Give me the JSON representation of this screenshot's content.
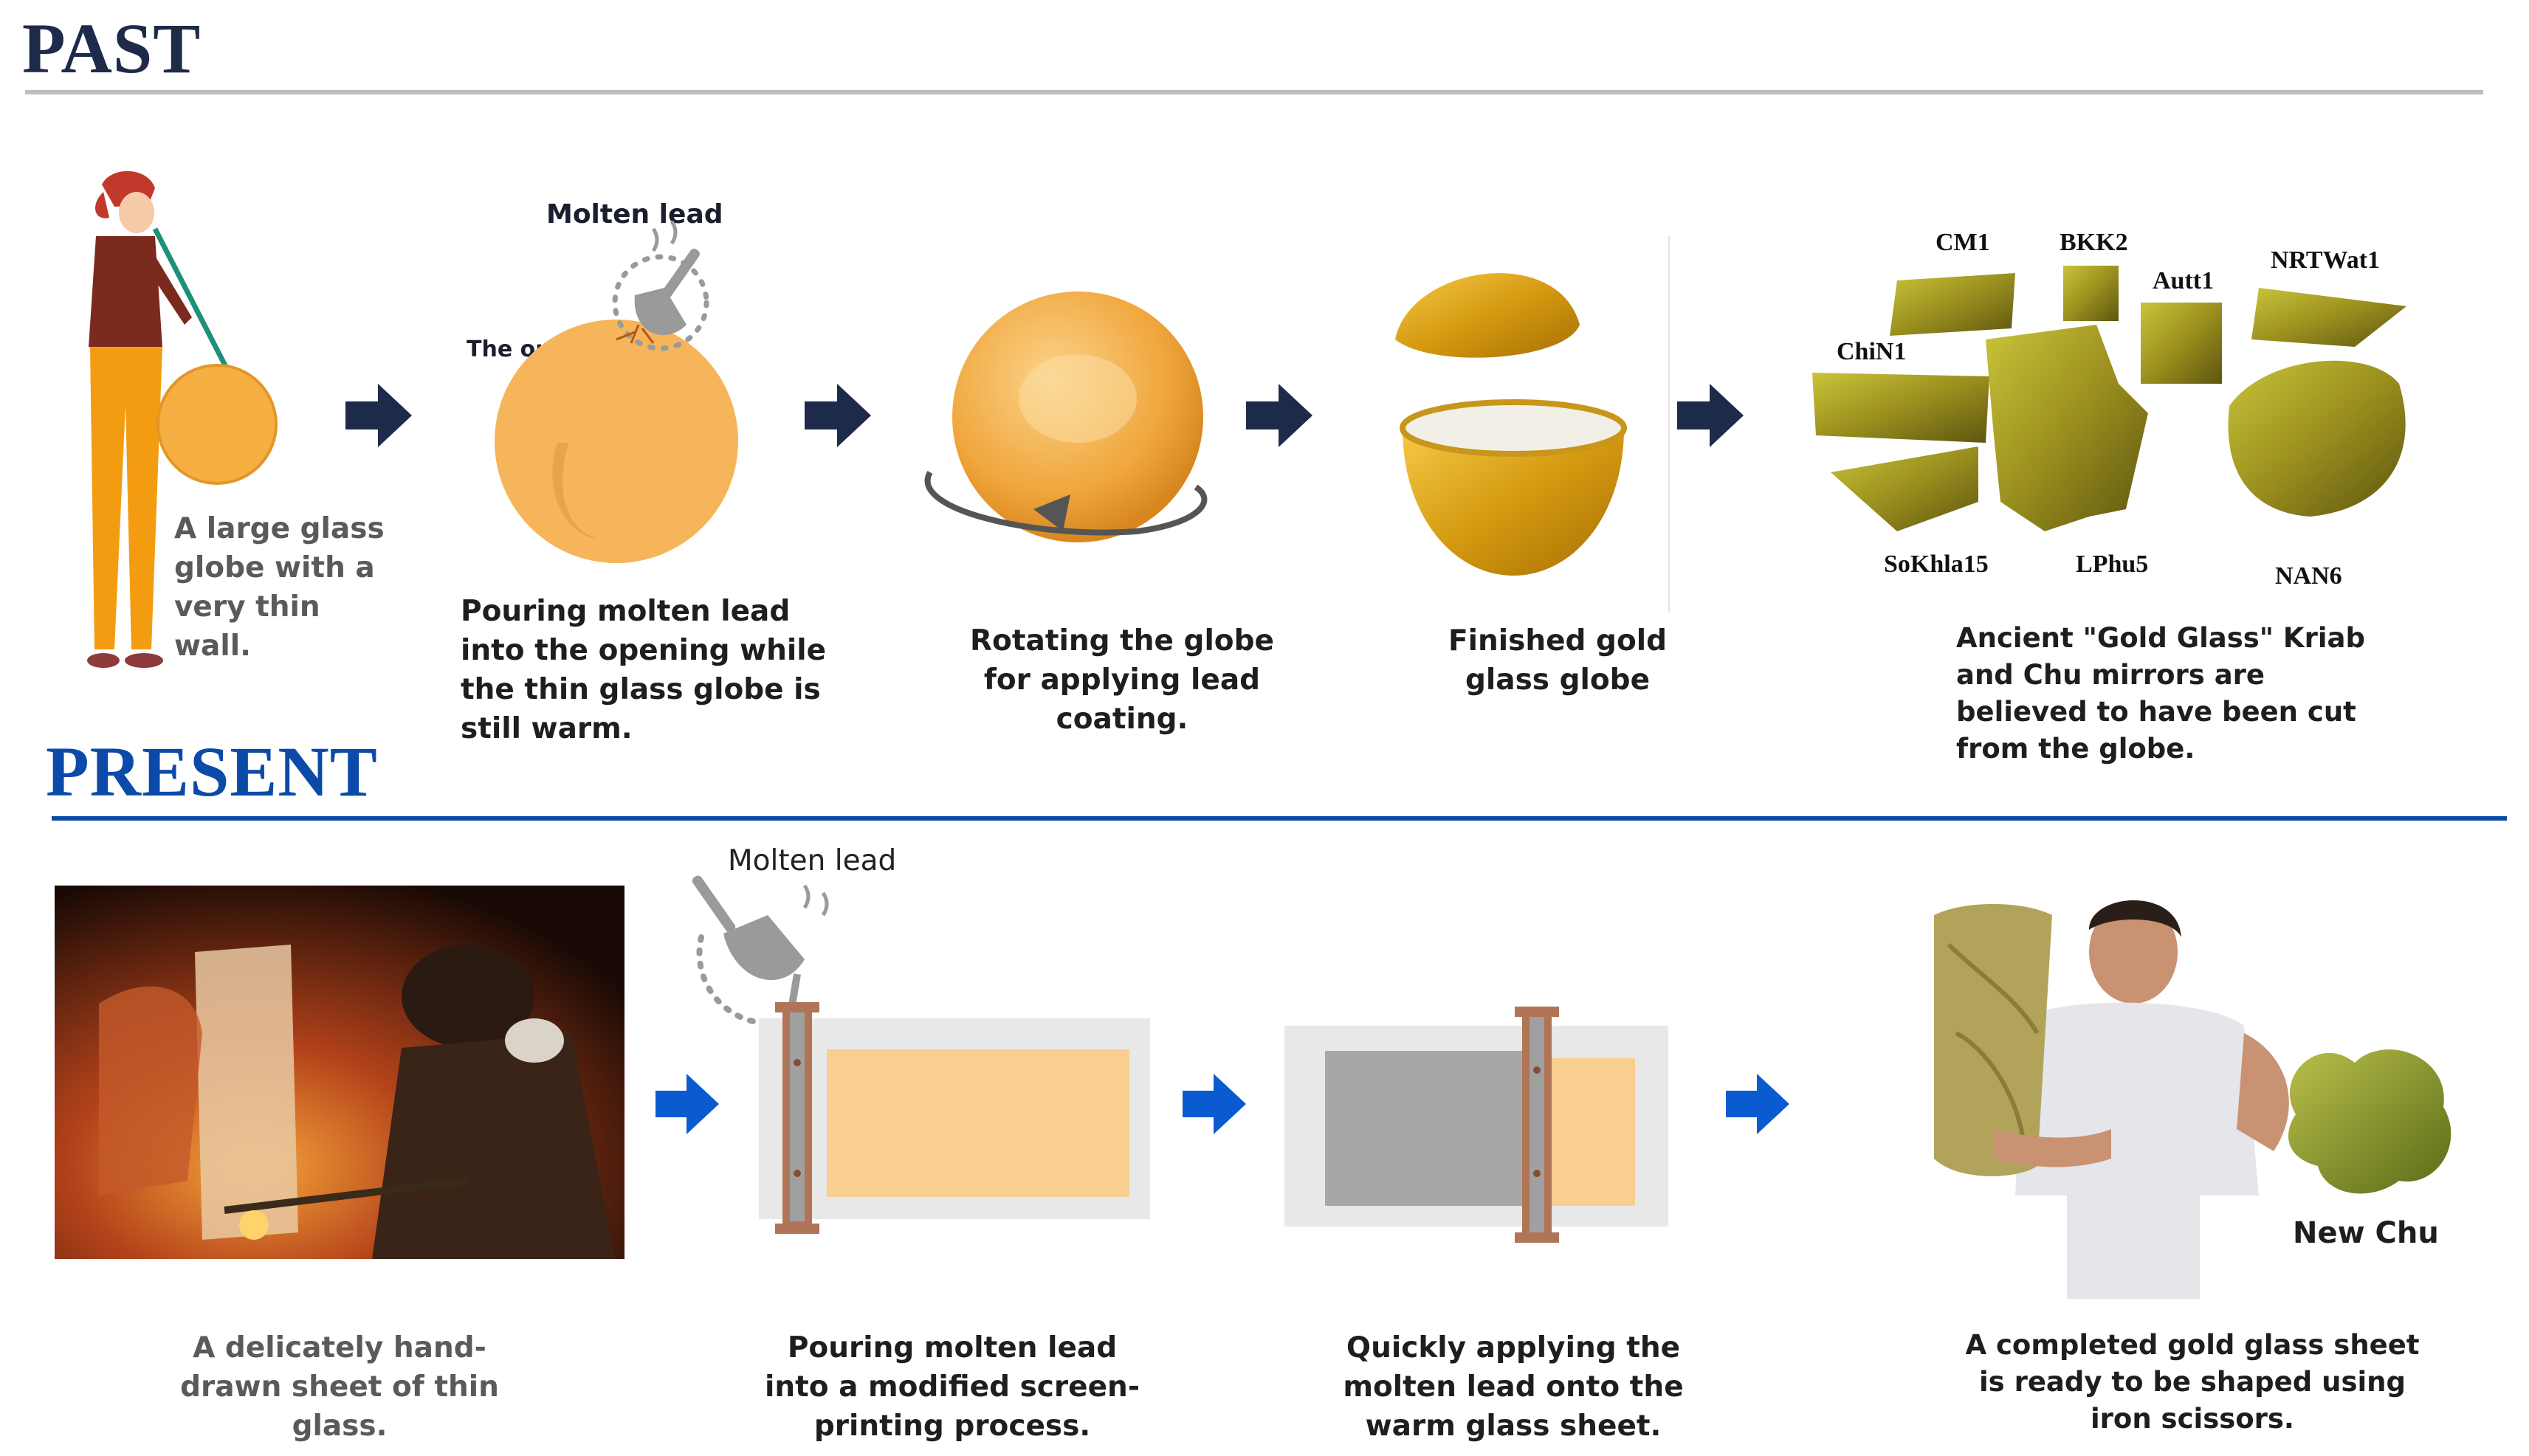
{
  "past": {
    "title": "PAST",
    "steps": [
      {
        "caption": "A large glass globe with a very thin wall."
      },
      {
        "caption": "Pouring molten lead into the opening while the thin glass globe is still warm.",
        "label_lead": "Molten lead",
        "label_opening": "The opening"
      },
      {
        "caption": "Rotating the globe for applying lead coating."
      },
      {
        "caption": "Finished gold glass globe"
      },
      {
        "caption": "Ancient \"Gold Glass\" Kriab and Chu mirrors are believed to have been cut from the globe."
      }
    ],
    "samples": [
      "CM1",
      "BKK2",
      "Autt1",
      "NRTWat1",
      "ChiN1",
      "SoKhla15",
      "LPhu5",
      "NAN6"
    ]
  },
  "present": {
    "title": "PRESENT",
    "steps": [
      {
        "caption": "A delicately hand-drawn sheet of thin glass."
      },
      {
        "caption": "Pouring molten lead into a modified screen-printing process.",
        "label_lead": "Molten lead"
      },
      {
        "caption": "Quickly applying the molten lead onto the warm glass sheet."
      },
      {
        "caption": "A completed gold glass sheet is ready to be shaped using iron scissors.",
        "label_new": "New Chu"
      }
    ]
  },
  "colors": {
    "past_title": "#1e2a4a",
    "present_title": "#0b4aa8",
    "past_rule": "#bdbdbd",
    "present_rule": "#0b4aa8",
    "past_arrow": "#1e2a4a",
    "present_arrow": "#0b5bd0",
    "globe_orange": "#f5b041"
  }
}
